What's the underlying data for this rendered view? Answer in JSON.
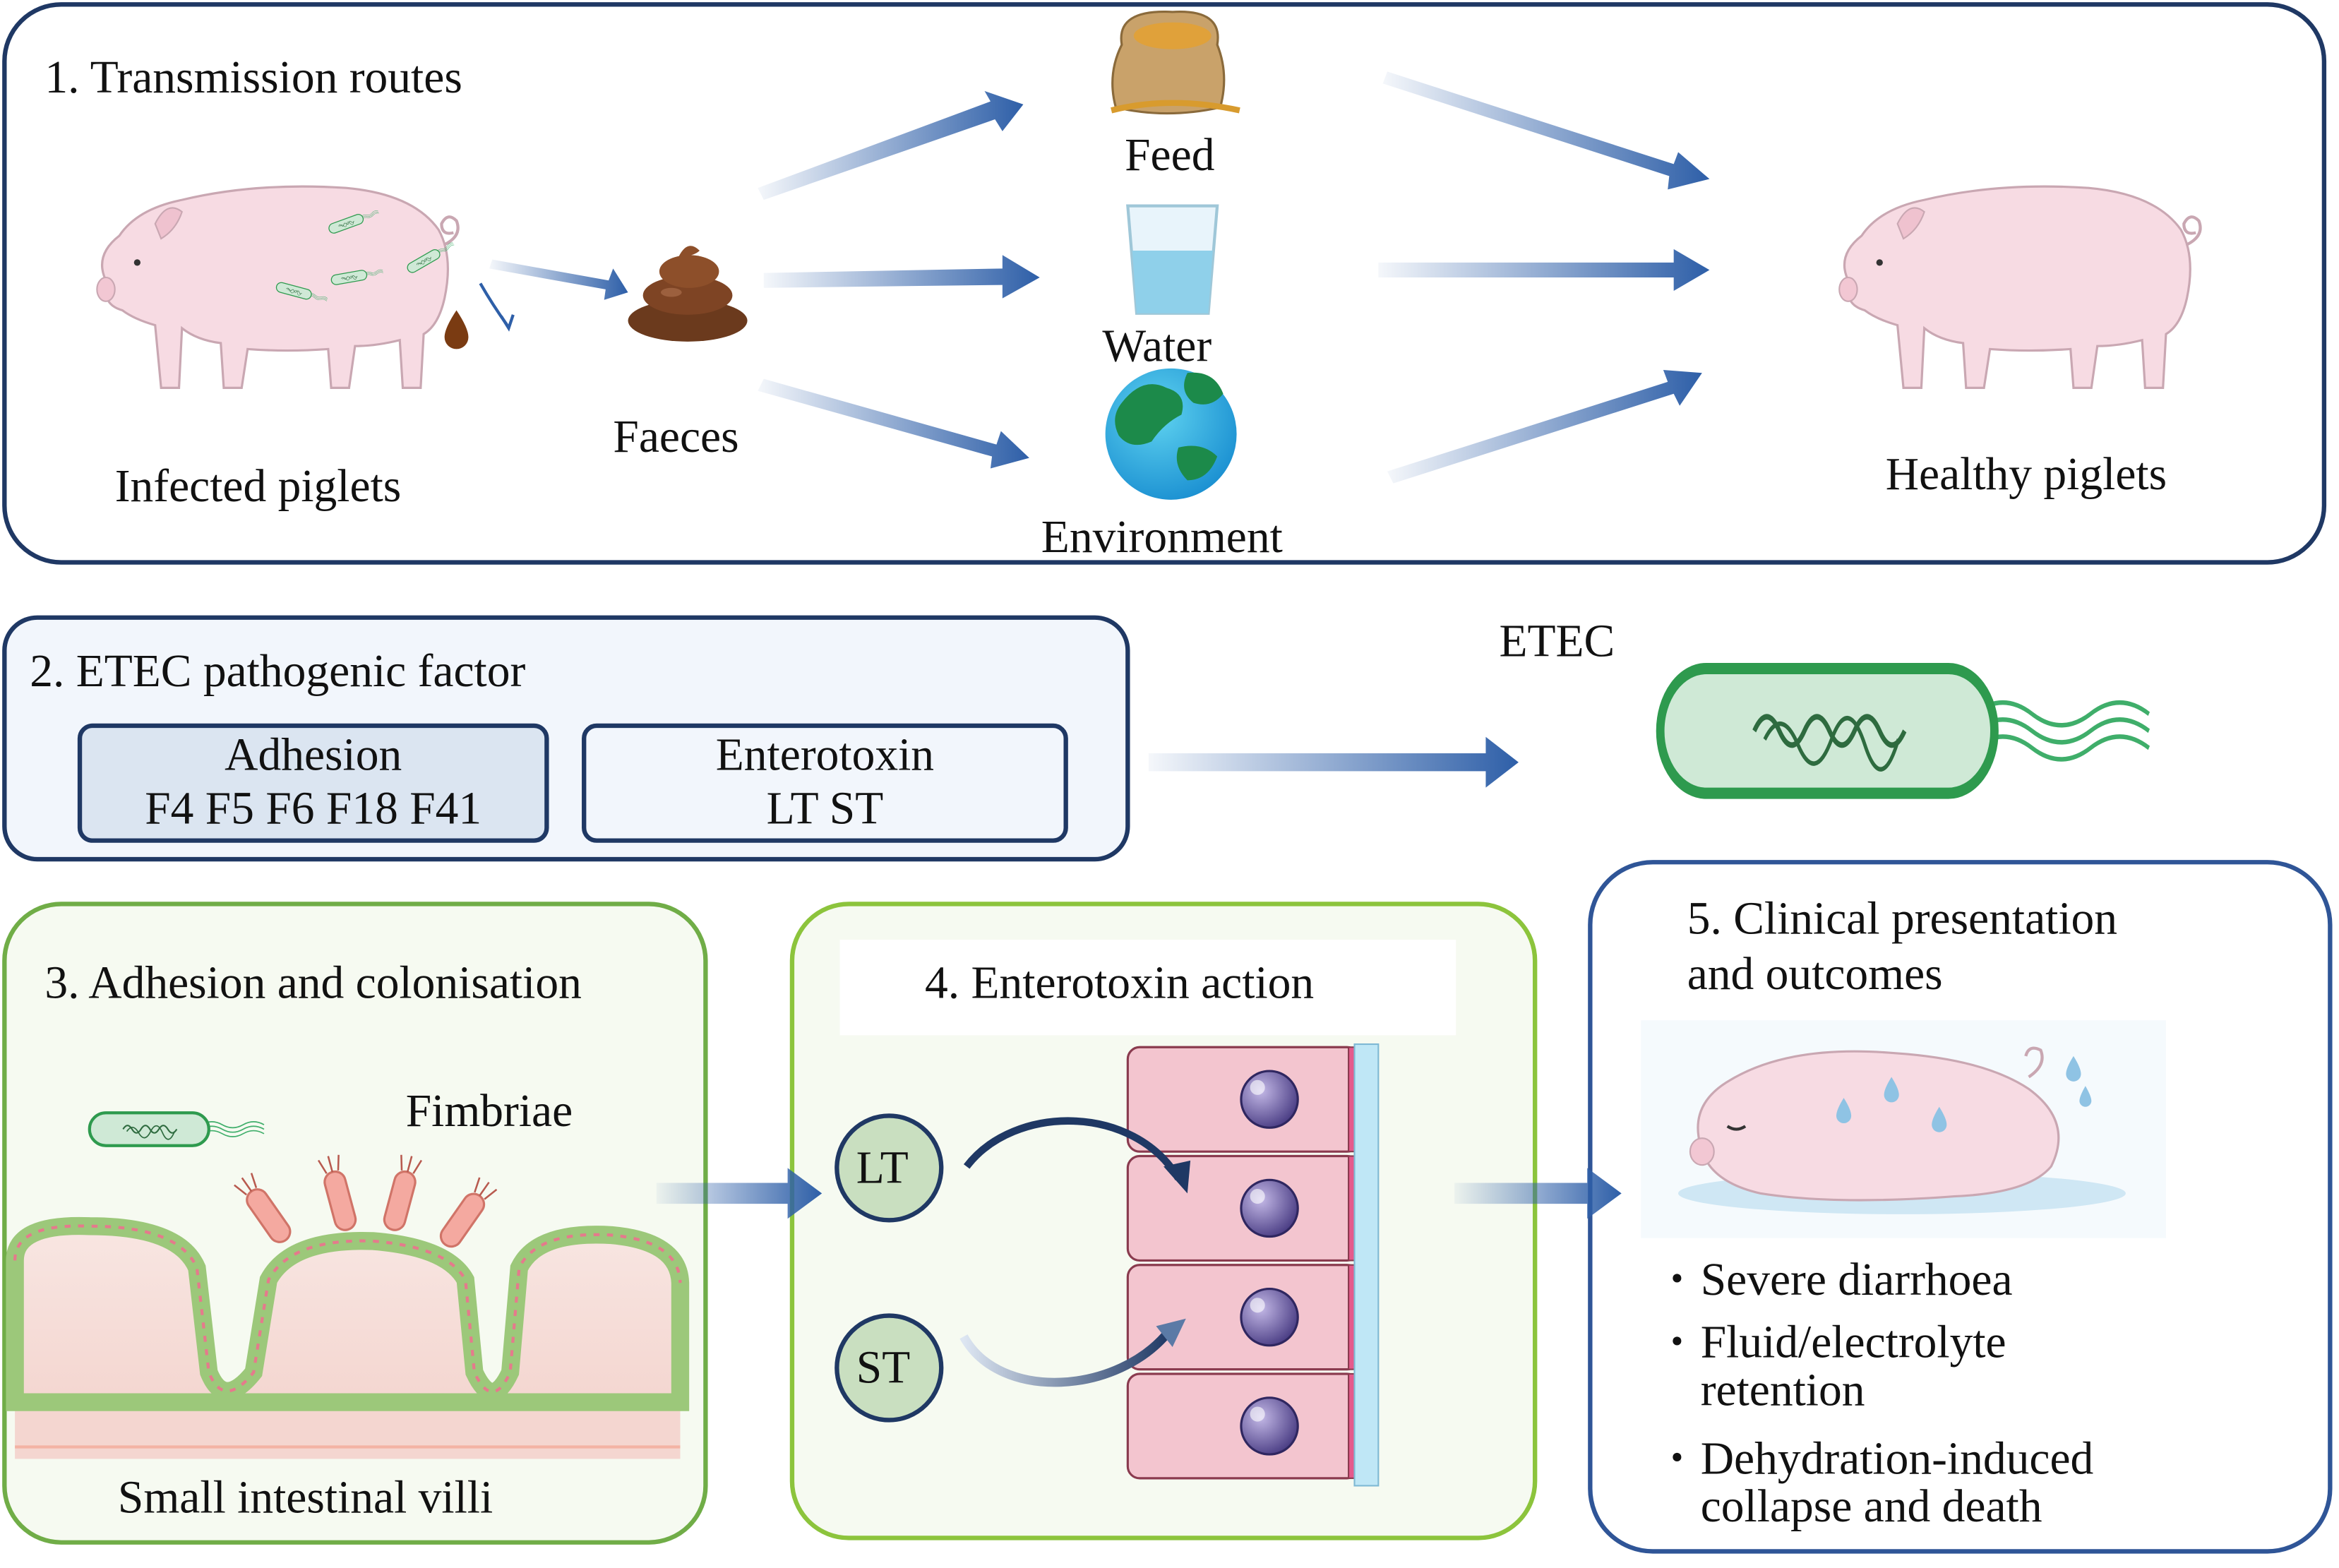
{
  "colors": {
    "navy": "#1f3864",
    "green_border": "#70ad47",
    "light_green_border": "#8cc43c",
    "panel_blue_fill": "#f2f6fc",
    "adhesion_fill": "#dbe5f1",
    "arrow_blue": "#2e5fa8",
    "pig_pink": "#f7dbe3",
    "cell_pink": "#f3c5cf",
    "bacteria_green": "#2e9a4e"
  },
  "panel1": {
    "title": "1. Transmission routes",
    "source_label": "Infected piglets",
    "faeces_label": "Faeces",
    "routes": [
      "Feed",
      "Water",
      "Environment"
    ],
    "target_label": "Healthy piglets"
  },
  "panel2": {
    "title": "2. ETEC pathogenic factor",
    "adhesion": {
      "line1": "Adhesion",
      "line2": "F4 F5 F6 F18 F41"
    },
    "enterotoxin": {
      "line1": "Enterotoxin",
      "line2": "LT ST"
    },
    "etec_label": "ETEC"
  },
  "panel3": {
    "title": "3. Adhesion and colonisation",
    "fimbriae_label": "Fimbriae",
    "villi_label": "Small intestinal villi"
  },
  "panel4": {
    "title": "4. Enterotoxin action",
    "toxin1": "LT",
    "toxin2": "ST"
  },
  "panel5": {
    "title_line1": "5. Clinical presentation",
    "title_line2": "and outcomes",
    "outcomes": [
      {
        "line1": "Severe diarrhoea",
        "line2": ""
      },
      {
        "line1": "Fluid/electrolyte",
        "line2": "retention"
      },
      {
        "line1": "Dehydration-induced",
        "line2": "collapse and death"
      }
    ]
  },
  "icons": [
    "pig-icon",
    "bacteria-icon",
    "droplet-icon",
    "feed-sack-icon",
    "water-glass-icon",
    "globe-icon",
    "faeces-icon",
    "intestinal-cell-icon",
    "fimbriae-icon",
    "villi-icon",
    "sweat-drop-icon"
  ]
}
